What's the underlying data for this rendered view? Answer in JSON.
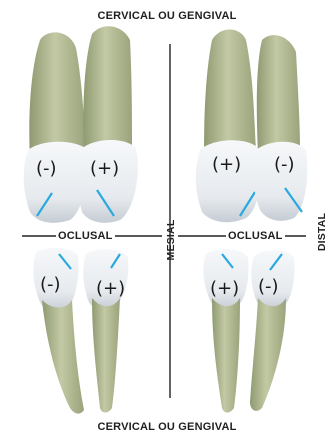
{
  "labels": {
    "cervical_top": "CERVICAL OU GENGIVAL",
    "cervical_bottom": "CERVICAL OU GENGIVAL",
    "occlusal_left": "OCLUSAL",
    "occlusal_right": "OCLUSAL",
    "mesial": "MESIAL",
    "distal": "DISTAL"
  },
  "signs": {
    "upper_left_1": "(-)",
    "upper_left_2": "(+)",
    "upper_right_1": "(+)",
    "upper_right_2": "(-)",
    "lower_left_1": "(-)",
    "lower_left_2": "(+)",
    "lower_right_1": "(+)",
    "lower_right_2": "(-)"
  },
  "colors": {
    "root": "#b9c19a",
    "root_shadow": "#8f9a72",
    "crown": "#eef1f4",
    "crown_shadow": "#c9d0d8",
    "axis_line": "#29a9e0",
    "divider": "#222222"
  }
}
